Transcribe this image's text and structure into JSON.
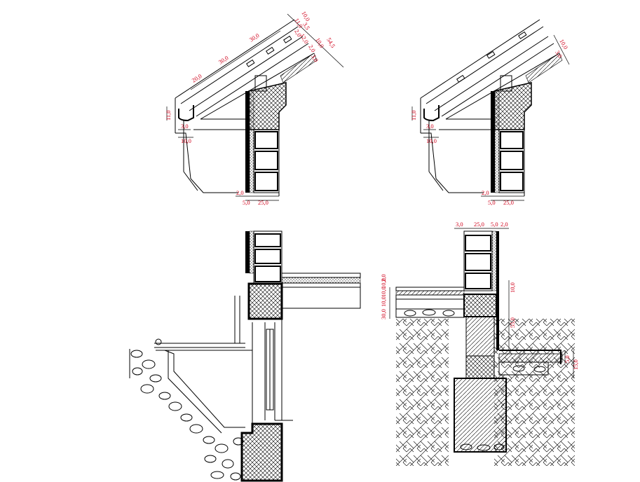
{
  "dimensions": {
    "eave_left": {
      "slope_top": [
        "10,0",
        "11,0",
        "3,5",
        "2,0",
        "12,0",
        "10,0",
        "2,0",
        "3,0",
        "54,5"
      ],
      "slope_spacing": [
        "30,0",
        "30,0",
        "20,0"
      ],
      "gutter_height": "11,0",
      "gutter_width": "3,0",
      "gutter_offset": "10,0",
      "wall_bottom": [
        "2,0",
        "5,0",
        "25,0"
      ]
    },
    "eave_right": {
      "slope_top": [
        "10,0",
        "3,0"
      ],
      "gutter_height": "11,0",
      "gutter_width": "3,0",
      "gutter_offset": "10,0",
      "wall_bottom": [
        "2,0",
        "5,0",
        "25,0"
      ]
    },
    "foundation_right": {
      "wall_top": [
        "3,0",
        "25,0",
        "5,0",
        "2,0"
      ],
      "floor_layers": [
        "30,0",
        "10,0",
        "10,0",
        "10,0",
        "2,0"
      ],
      "plinth": "10,0",
      "depth": "55,0",
      "pavement": [
        "5,0",
        "15,0"
      ]
    }
  },
  "colors": {
    "lines": "#000000",
    "dimensions": "#d0021b",
    "background": "#ffffff"
  }
}
